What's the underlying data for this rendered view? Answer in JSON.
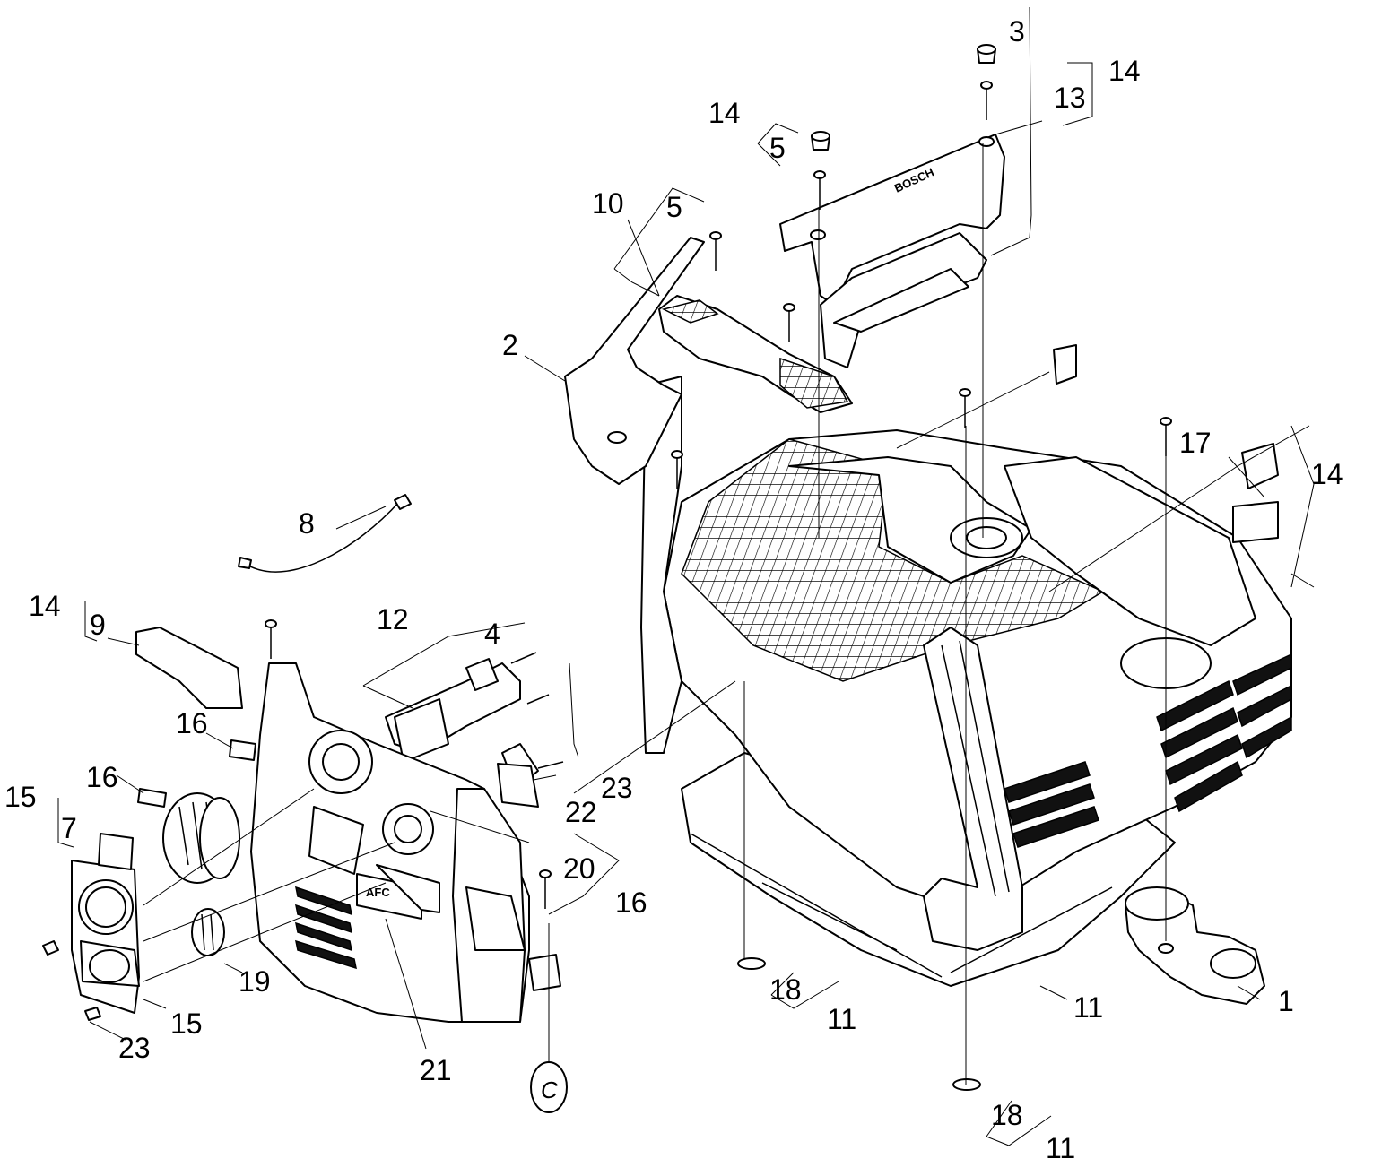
{
  "labels": {
    "p1": "1",
    "p2": "2",
    "p3": "3",
    "p4": "4",
    "p5a": "5",
    "p5b": "5",
    "p7": "7",
    "p8": "8",
    "p9": "9",
    "p10": "10",
    "p11a": "11",
    "p11b": "11",
    "p11c": "11",
    "p12": "12",
    "p13": "13",
    "p14a": "14",
    "p14b": "14",
    "p14c": "14",
    "p14d": "14",
    "p15a": "15",
    "p15b": "15",
    "p16a": "16",
    "p16b": "16",
    "p16c": "16",
    "p17": "17",
    "p18a": "18",
    "p18b": "18",
    "p19": "19",
    "p20": "20",
    "p21": "21",
    "p22": "22",
    "p23a": "23",
    "p23b": "23",
    "pc": "C"
  },
  "markings": {
    "brand": "BOSCH",
    "panel_code": "AFC"
  }
}
